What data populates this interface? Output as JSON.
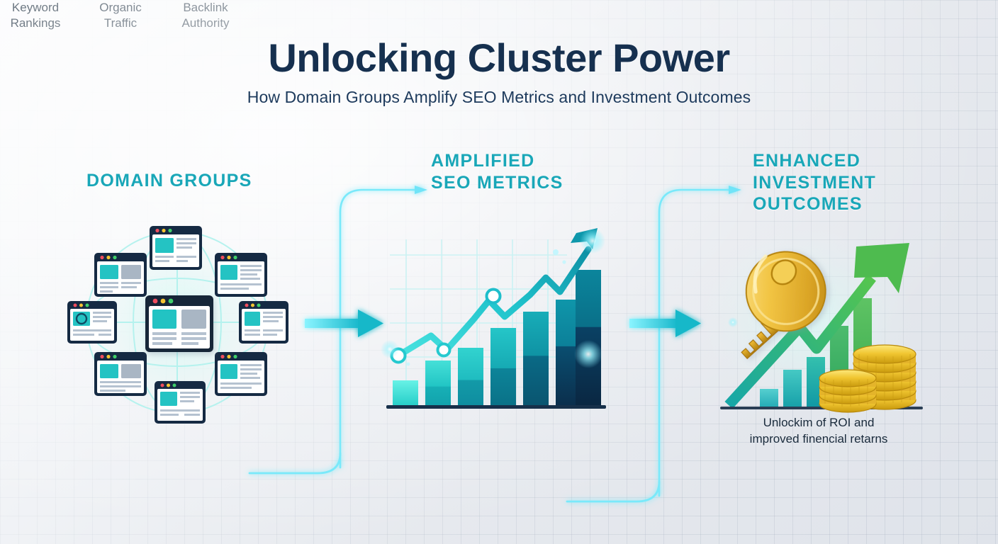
{
  "header": {
    "title": "Unlocking Cluster Power",
    "subtitle": "How Domain Groups Amplify SEO Metrics and Investment Outcomes"
  },
  "sections": {
    "domain_groups": {
      "heading": "DOMAIN GROUPS"
    },
    "seo_metrics": {
      "heading_line1": "AMPLIFIED",
      "heading_line2": "SEO METRICS"
    },
    "investment": {
      "heading_line1": "ENHANCED",
      "heading_line2": "INVESTMENT",
      "heading_line3": "OUTCOMES"
    }
  },
  "chart_data": {
    "type": "bar",
    "title": "Amplified SEO Metrics",
    "categories": [
      "Keyword Rankings",
      "Organic Traffic",
      "Backlink Authority"
    ],
    "bars": [
      {
        "index": 1,
        "value": 22,
        "color_top": "#5df0e4",
        "color_bottom": "#2ad3cd"
      },
      {
        "index": 2,
        "value": 34,
        "color_top": "#3fddd6",
        "color_bottom": "#1ab8bc"
      },
      {
        "index": 3,
        "value": 48,
        "color_top": "#2ecfcd",
        "color_bottom": "#11a3ae"
      },
      {
        "index": 4,
        "value": 62,
        "color_top": "#22c0c4",
        "color_bottom": "#0b8ca0"
      },
      {
        "index": 5,
        "value": 73,
        "color_top": "#15a8b4",
        "color_bottom": "#0a7490"
      },
      {
        "index": 6,
        "value": 87,
        "color_top": "#0f91a6",
        "color_bottom": "#0c4d6e"
      },
      {
        "index": 7,
        "value": 100,
        "color_top": "#0b7f99",
        "color_bottom": "#0a3a58"
      }
    ],
    "trend_line": {
      "label": "growth trend",
      "points": [
        [
          560,
          502
        ],
        [
          600,
          478
        ],
        [
          625,
          497
        ],
        [
          660,
          452
        ],
        [
          700,
          430
        ],
        [
          722,
          448
        ],
        [
          760,
          402
        ],
        [
          790,
          380
        ],
        [
          838,
          334
        ]
      ],
      "markers": [
        [
          562,
          502
        ],
        [
          688,
          424
        ],
        [
          745,
          417
        ]
      ],
      "color": "#1fc6cf",
      "arrow": true
    },
    "grid": true,
    "xlabel": "",
    "ylabel": "",
    "ylim": [
      0,
      100
    ]
  },
  "investment_chart": {
    "type": "bar",
    "categories": [
      "1",
      "2",
      "3",
      "4",
      "5"
    ],
    "values": [
      18,
      34,
      50,
      72,
      90
    ],
    "bar_colors": [
      "#3bbfc2",
      "#2eb5a8",
      "#2bae8e",
      "#3fb86a",
      "#4cba58"
    ],
    "arrow_color_start": "#0f9aa8",
    "arrow_color_end": "#49bd4a"
  },
  "captions": {
    "roi_line1": "Unlockim of ROI and",
    "roi_line2": "improved finencial retarns"
  },
  "flow": {
    "arrow1_name": "arrow-domain-to-seo",
    "arrow2_name": "arrow-seo-to-investment",
    "connector_color": "#66e6f5",
    "arrow_color_start": "#7ff0ff",
    "arrow_color_end": "#12b6c8"
  },
  "colors": {
    "accent_teal": "#19a7b8",
    "title_navy": "#16304f",
    "cyan_glow": "#66e6f5",
    "gold": "#e8b838",
    "green": "#4cba58"
  },
  "domain_cluster": {
    "center_window": "central-domain-window",
    "satellite_count": 8,
    "window_chrome_dots": [
      "red",
      "yellow",
      "green"
    ]
  }
}
